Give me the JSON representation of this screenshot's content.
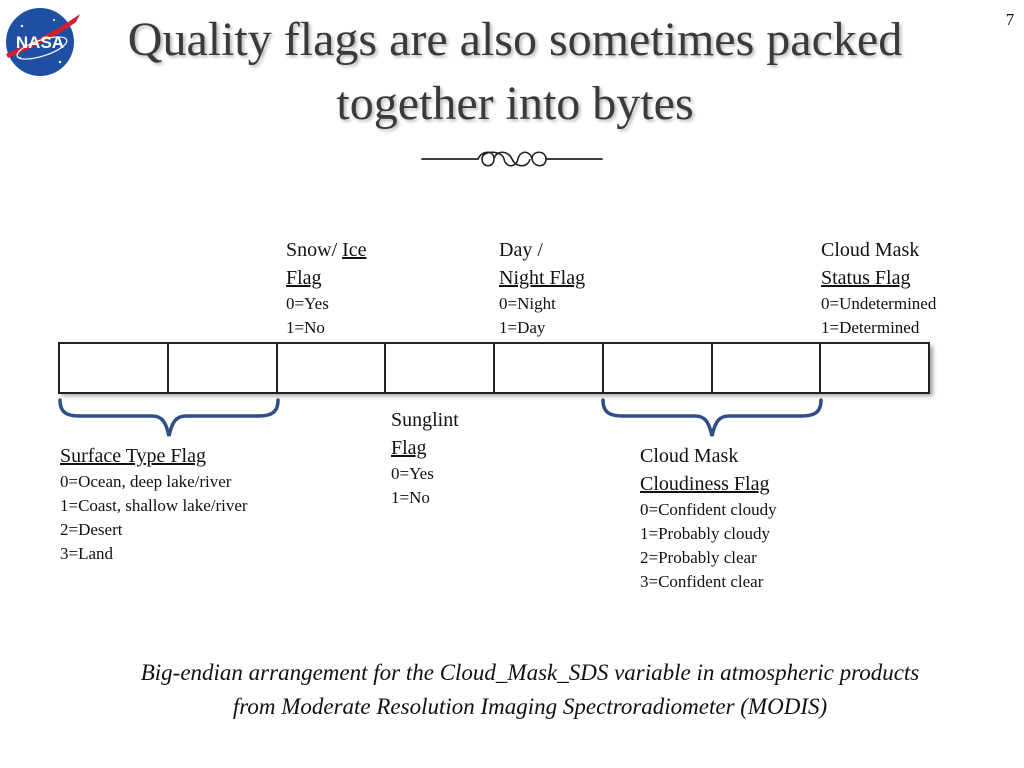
{
  "slide": {
    "title": "Quality flags are also sometimes packed together into bytes",
    "number": "7",
    "logo_text": "NASA"
  },
  "flags": {
    "snow_ice": {
      "line1a": "Snow/ ",
      "line1b": "Ice",
      "line2": "Flag",
      "values": [
        "0=Yes",
        "1=No"
      ]
    },
    "day_night": {
      "line1": "Day /",
      "line2": "Night Flag",
      "values": [
        "0=Night",
        "1=Day"
      ]
    },
    "cloud_mask_status": {
      "line1": "Cloud Mask",
      "line2": "Status Flag",
      "values": [
        "0=Undetermined",
        "1=Determined"
      ]
    },
    "surface_type": {
      "title": "Surface Type Flag",
      "values": [
        "0=Ocean, deep lake/river",
        "1=Coast, shallow lake/river",
        "2=Desert",
        "3=Land"
      ]
    },
    "sunglint": {
      "line1": "Sunglint",
      "line2": "Flag",
      "values": [
        "0=Yes",
        "1=No"
      ]
    },
    "cloudiness": {
      "line1": "Cloud Mask",
      "line2": "Cloudiness Flag",
      "values": [
        "0=Confident cloudy",
        "1=Probably cloudy",
        "2=Probably clear",
        "3=Confident clear"
      ]
    }
  },
  "byte": {
    "bit_count": 8
  },
  "caption": {
    "line1": "Big-endian arrangement for the Cloud_Mask_SDS variable in atmospheric products",
    "line2": "from Moderate Resolution Imaging Spectroradiometer (MODIS)"
  },
  "colors": {
    "brace": "#2f4f86",
    "logo_blue": "#1f4fa3",
    "logo_red": "#d3202f"
  }
}
